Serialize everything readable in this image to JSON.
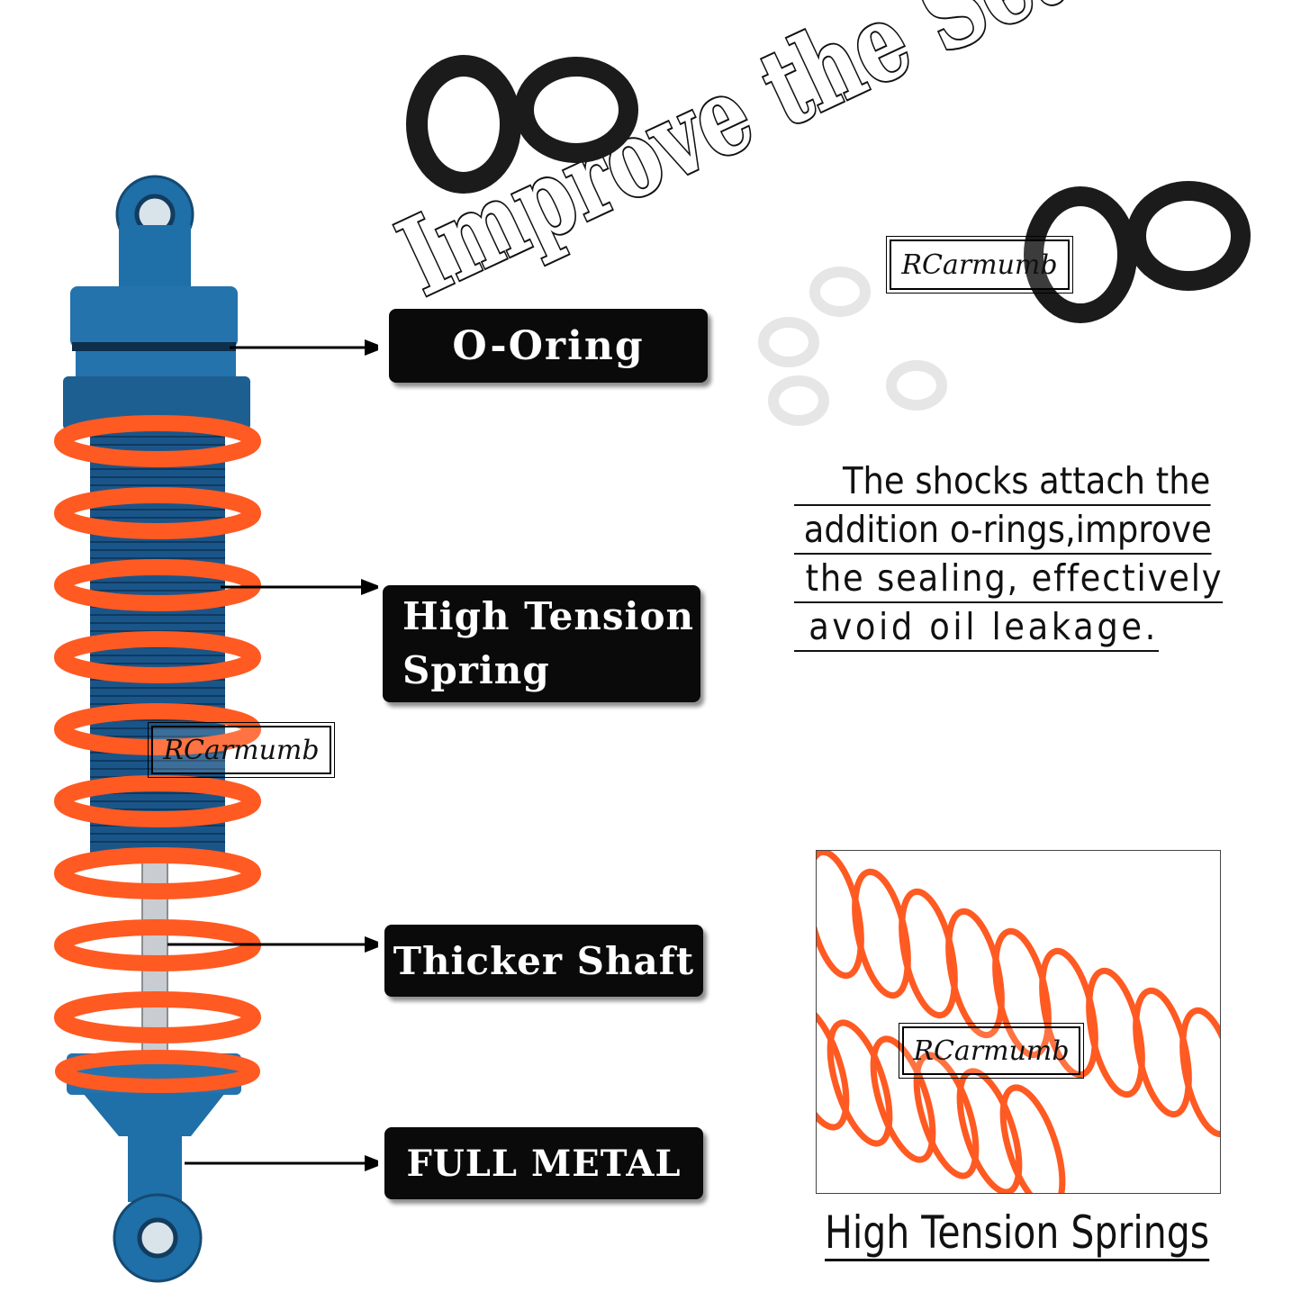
{
  "headline": "Improve the Sealing",
  "labels": {
    "oring": "O-Oring",
    "spring_line1": "High Tension",
    "spring_line2": "Spring",
    "shaft": "Thicker Shaft",
    "metal": "FULL METAL"
  },
  "description": {
    "line1": "The shocks attach the",
    "line2": "addition o-rings,improve",
    "line3": "the sealing, effectively",
    "line4": "avoid oil leakage."
  },
  "caption": "High Tension Springs",
  "watermark": "RCarmumb",
  "colors": {
    "shock_blue": "#1f6fa8",
    "spring_orange": "#ff5a22",
    "label_bg": "#0a0a0a",
    "label_text": "#ffffff"
  }
}
